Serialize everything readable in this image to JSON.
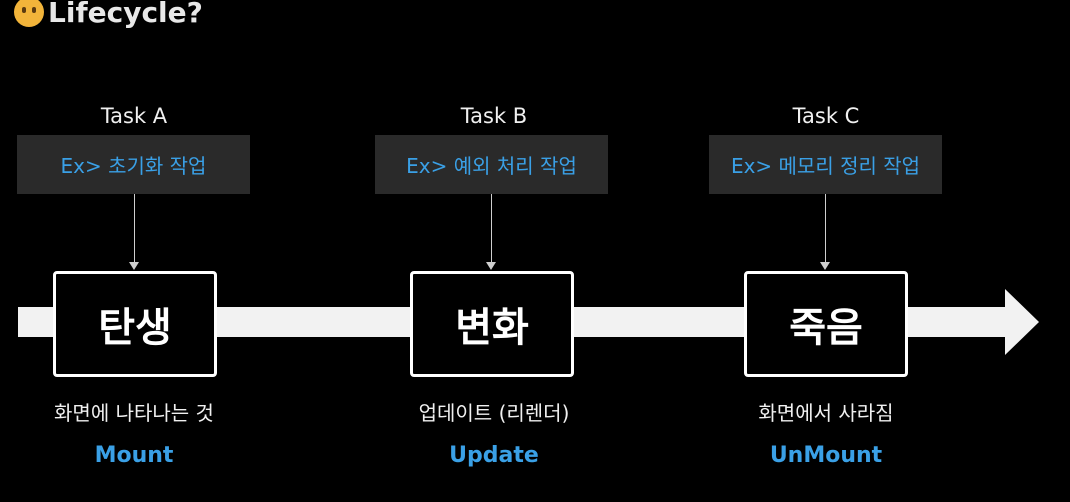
{
  "header": {
    "title": "Lifecycle?",
    "emoji_icon": "thinking-face-icon"
  },
  "stages": [
    {
      "task": "Task A",
      "example": "Ex> 초기화 작업",
      "phase": "탄생",
      "desc": "화면에 나타나는 것",
      "method": "Mount"
    },
    {
      "task": "Task B",
      "example": "Ex> 예외 처리 작업",
      "phase": "변화",
      "desc": "업데이트 (리렌더)",
      "method": "Update"
    },
    {
      "task": "Task C",
      "example": "Ex> 메모리 정리 작업",
      "phase": "죽음",
      "desc": "화면에서 사라짐",
      "method": "UnMount"
    }
  ],
  "colors": {
    "accent": "#3aa0e6",
    "task_box": "#2a2a2a",
    "timeline": "#f2f2f2",
    "background": "#000000"
  }
}
